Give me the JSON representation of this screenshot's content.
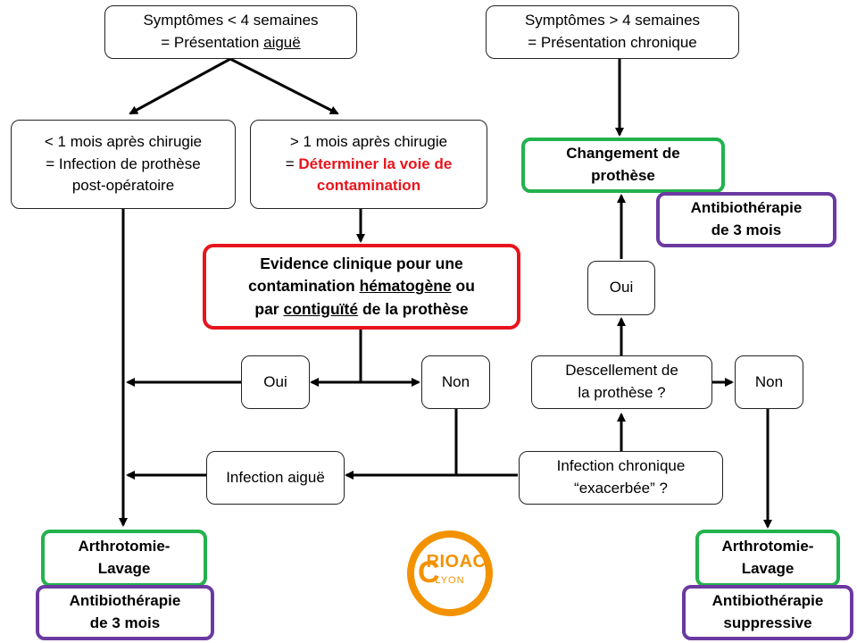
{
  "nodes": {
    "acute_top": {
      "line1": "Symptômes  < 4 semaines",
      "line2_prefix": "= Présentation ",
      "line2_underlined": "aiguë"
    },
    "chronic_top": {
      "line1": "Symptômes  > 4 semaines",
      "line2": "= Présentation chronique"
    },
    "lt_1_month": {
      "line1": "< 1 mois après chirugie",
      "line2": "= Infection de prothèse",
      "line3": "post-opératoire"
    },
    "gt_1_month": {
      "line1": "> 1 mois après chirugie",
      "line2_prefix": "= ",
      "line2_red": "Déterminer la voie de",
      "line3_red": "contamination"
    },
    "evidence": {
      "line1": "Evidence clinique  pour une",
      "line2_prefix": "contamination ",
      "line2_underlined": "hématogène",
      "line2_suffix": " ou",
      "line3_prefix": "par ",
      "line3_underlined": "contiguïté",
      "line3_suffix": "  de la prothèse"
    },
    "oui_left": "Oui",
    "non_left": "Non",
    "infection_aigue": "Infection aiguë",
    "infection_chronique": {
      "line1": "Infection chronique",
      "line2": "“exacerbée” ?"
    },
    "descellement": {
      "line1": "Descellement de",
      "line2": "la prothèse ?"
    },
    "non_right": "Non",
    "oui_right": "Oui",
    "changement": {
      "line1": "Changement de",
      "line2": "prothèse"
    },
    "antibio_3_mois_top": {
      "line1": "Antibiothérapie",
      "line2": "de 3 mois"
    },
    "arthrotomie_left": {
      "line1": "Arthrotomie-",
      "line2": "Lavage"
    },
    "antibio_3_mois_bottom": {
      "line1": "Antibiothérapie",
      "line2": "de 3 mois"
    },
    "arthrotomie_right": {
      "line1": "Arthrotomie-",
      "line2": "Lavage"
    },
    "antibio_suppressive": {
      "line1": "Antibiothérapie",
      "line2": "suppressive"
    }
  },
  "logo": {
    "text": "RIOAC",
    "subtext": "LYON"
  },
  "colors": {
    "red": "#e8141c",
    "green": "#22b24c",
    "purple": "#6a3aa0",
    "logo_orange": "#f39200"
  }
}
